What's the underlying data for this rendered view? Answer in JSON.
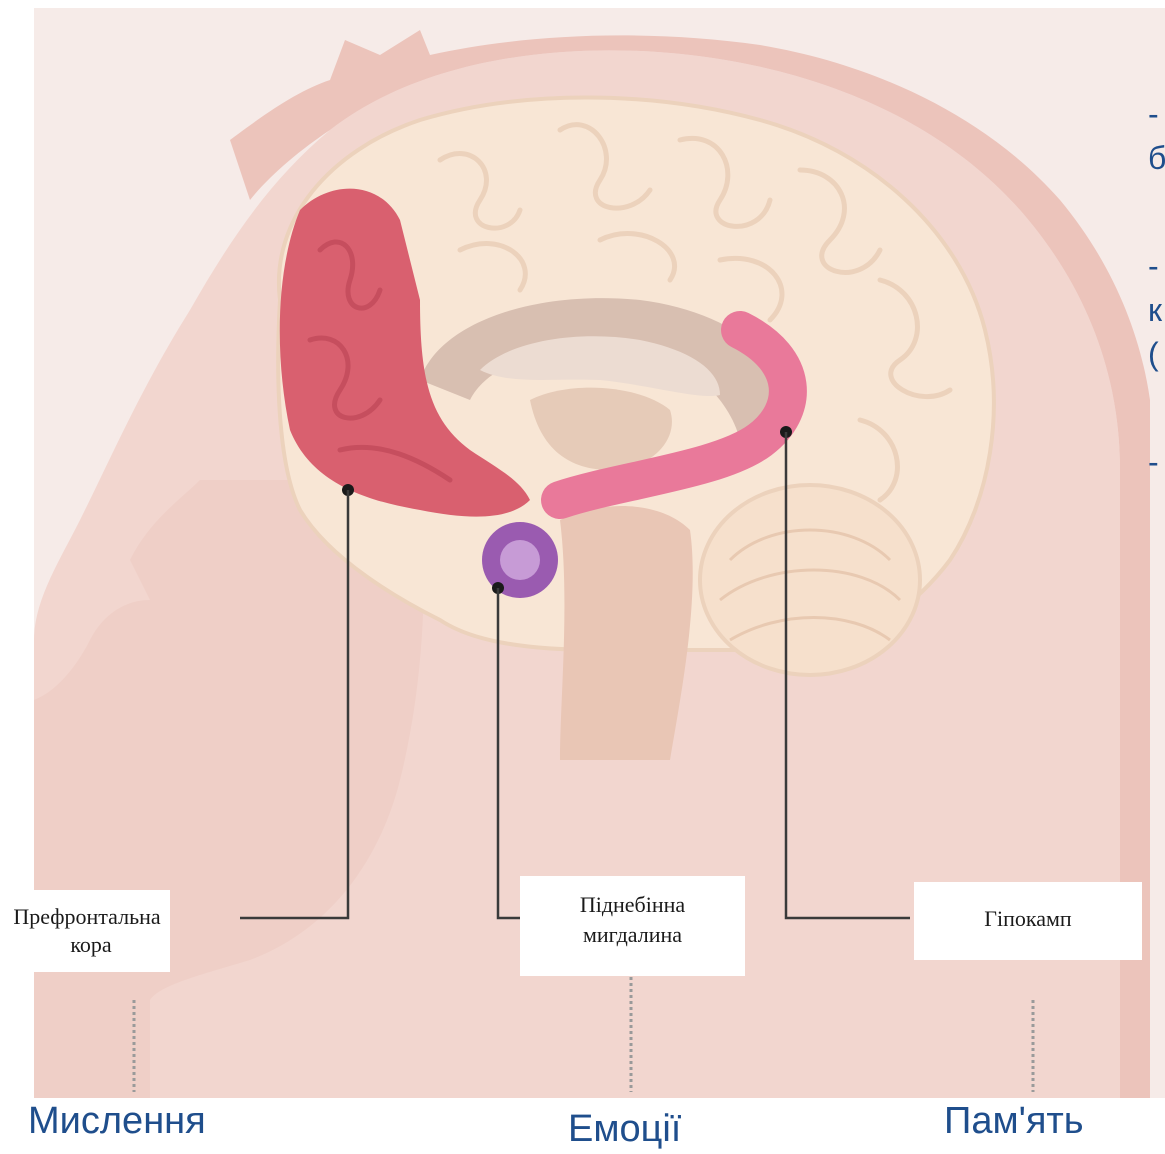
{
  "labels": {
    "prefrontal_line1": "Префронтальна",
    "prefrontal_line2": "кора",
    "amygdala_line1": "Піднебінна",
    "amygdala_line2": "мигдалина",
    "hippocampus": "Гіпокамп"
  },
  "functions": {
    "thinking": "Мислення",
    "emotions": "Емоції",
    "memory": "Пам'ять"
  },
  "side_notes": {
    "note1": "-\nб",
    "note2": "-\nк\n(",
    "note3": "-"
  },
  "colors": {
    "head": "#f3d9d3",
    "brain": "#f6e3d2",
    "prefrontal": "#d9606f",
    "hippocampus": "#e9799a",
    "amygdala": "#9a5bb0",
    "text_blue": "#1f4e8c"
  }
}
